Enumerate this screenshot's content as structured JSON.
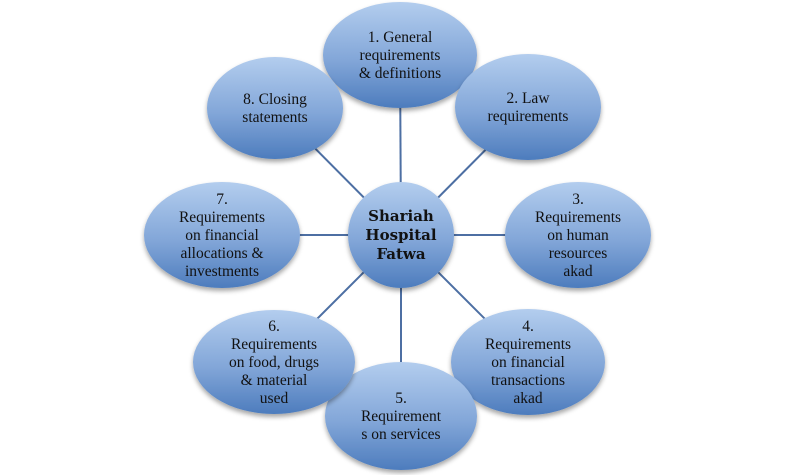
{
  "center": {
    "lines": [
      "Shariah",
      "Hospital",
      "Fatwa"
    ]
  },
  "nodes": [
    {
      "lines": [
        "1. General",
        "requirements",
        "& definitions"
      ]
    },
    {
      "lines": [
        "2. Law",
        "requirements"
      ]
    },
    {
      "lines": [
        "3.",
        "Requirements",
        "on human",
        "resources",
        "akad"
      ]
    },
    {
      "lines": [
        "4.",
        "Requirements",
        "on financial",
        "transactions",
        "akad"
      ]
    },
    {
      "lines": [
        "5.",
        "Requirement",
        "s on services"
      ]
    },
    {
      "lines": [
        "6.",
        "Requirements",
        "on food, drugs",
        "& material",
        "used"
      ]
    },
    {
      "lines": [
        "7.",
        "Requirements",
        "on financial",
        "allocations &",
        "investments"
      ]
    },
    {
      "lines": [
        "8. Closing",
        "statements"
      ]
    }
  ],
  "colors": {
    "fill_top": "#b3cdee",
    "fill_bottom": "#4d7cbd",
    "line": "#4d6fa3"
  }
}
